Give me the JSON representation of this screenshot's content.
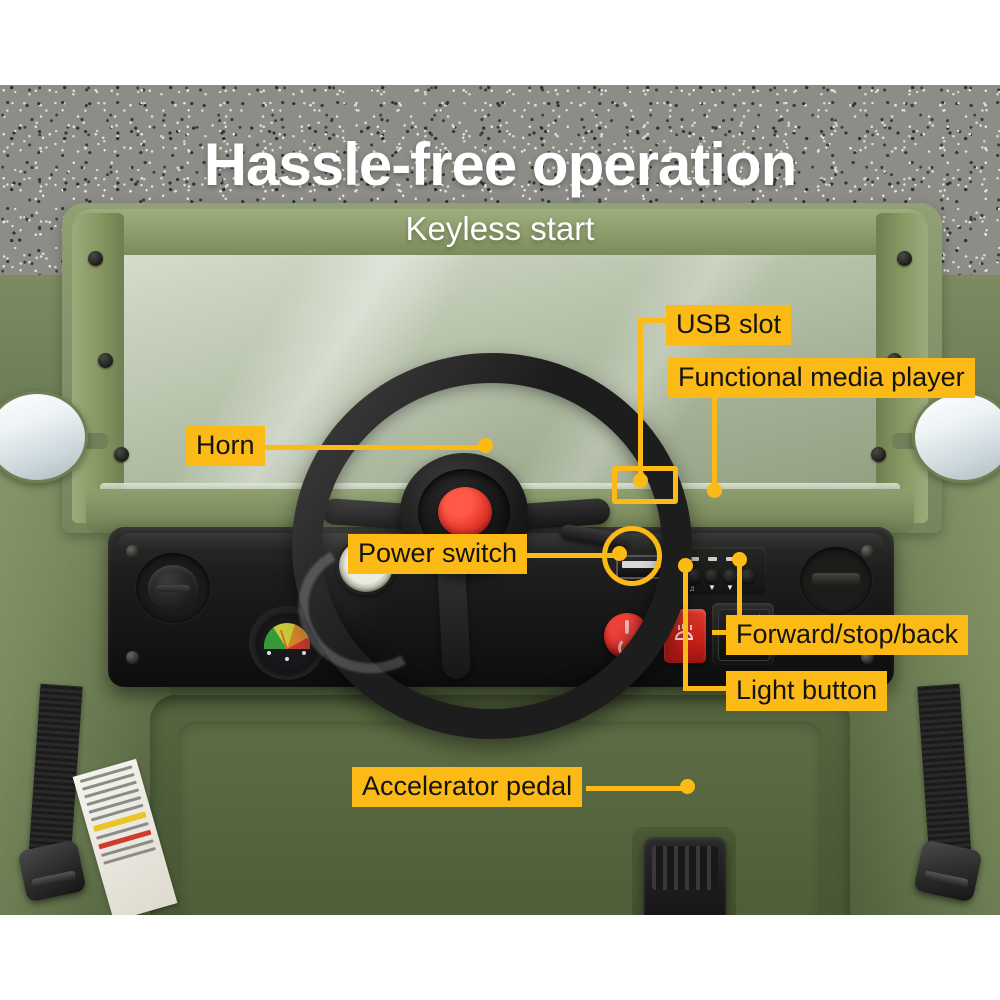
{
  "header": {
    "title": "Hassle-free operation",
    "subtitle": "Keyless start"
  },
  "theme": {
    "callout_bg": "#FBBA16",
    "callout_text": "#141414",
    "title_color": "#FFFFFF",
    "body_green": "#6E7E56",
    "accent_red": "#C72219"
  },
  "callouts": [
    {
      "id": "usb-slot",
      "label": "USB slot"
    },
    {
      "id": "media-player",
      "label": "Functional media player"
    },
    {
      "id": "horn",
      "label": "Horn"
    },
    {
      "id": "power-switch",
      "label": "Power switch"
    },
    {
      "id": "forward-stop-back",
      "label": "Forward/stop/back"
    },
    {
      "id": "light-button",
      "label": "Light button"
    },
    {
      "id": "accelerator",
      "label": "Accelerator pedal"
    }
  ],
  "controls": {
    "drive_switch": {
      "forward": "Forward",
      "stop": "Stop",
      "back": "Back"
    },
    "media_buttons": [
      "prev",
      "play",
      "next",
      "volume"
    ]
  },
  "product": {
    "type": "ride-on jeep dashboard",
    "body_color_name": "army green"
  }
}
